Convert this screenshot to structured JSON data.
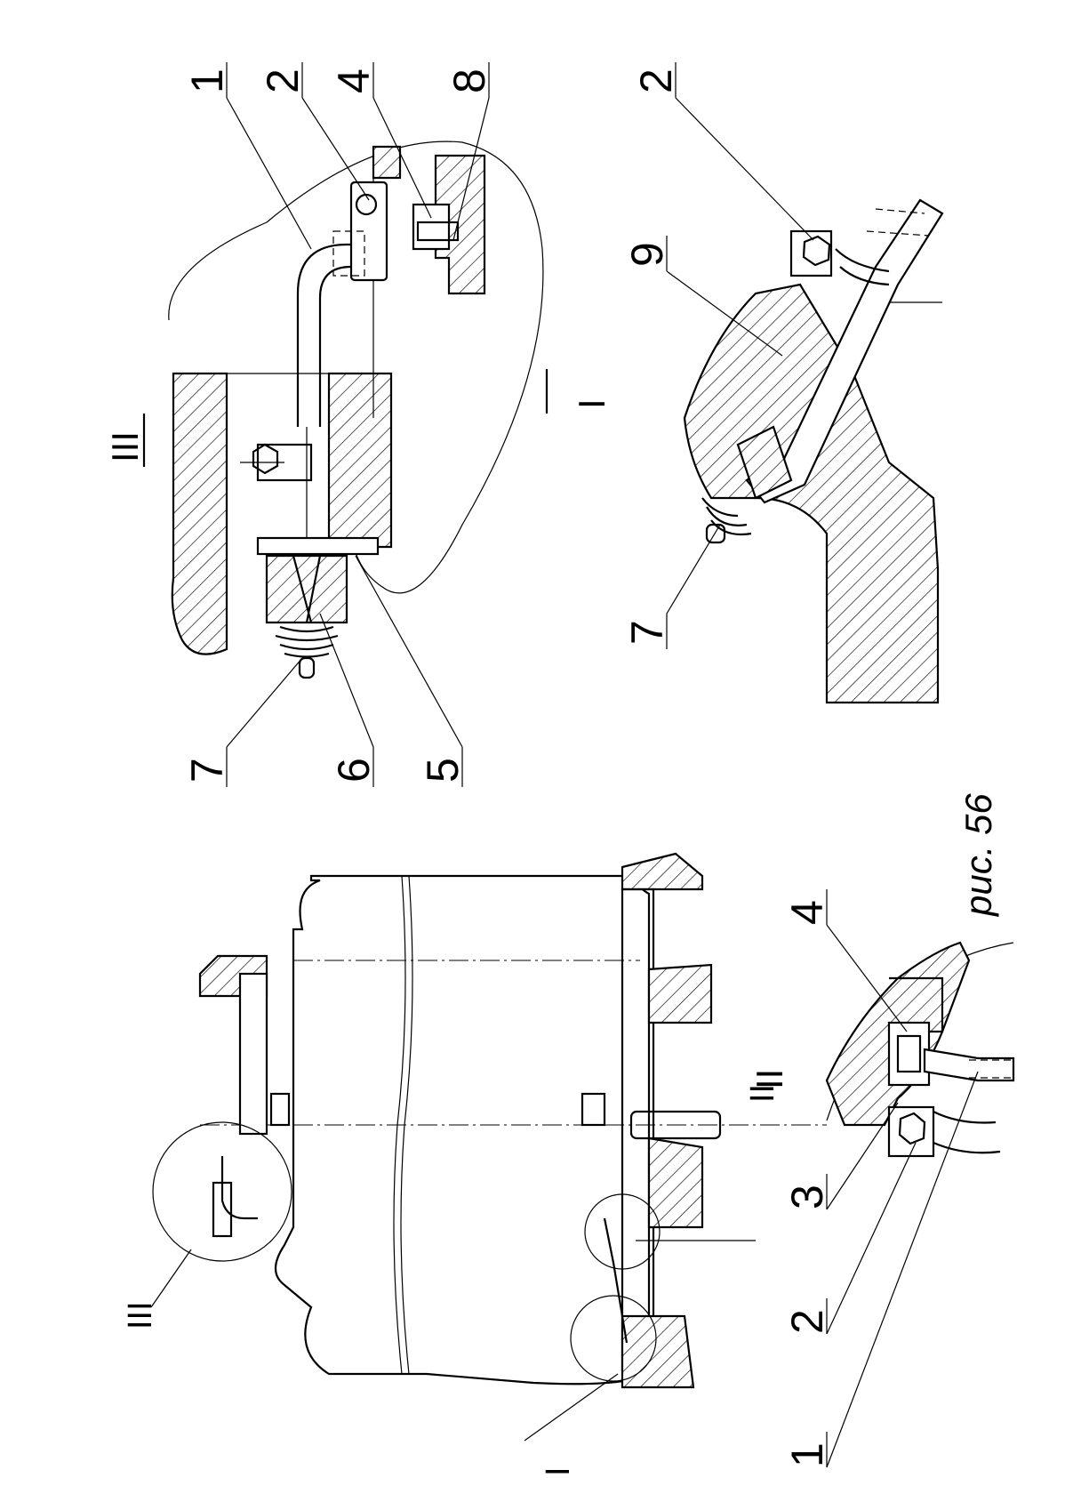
{
  "figure": {
    "caption": "рис. 56"
  },
  "views": {
    "main_view": {
      "detail_callouts": [
        "III",
        "I",
        "II"
      ]
    },
    "view_III": {
      "title": "III",
      "leaders": [
        "1",
        "2",
        "4",
        "8",
        "7",
        "6",
        "5"
      ]
    },
    "view_I": {
      "title": "I",
      "leaders": [
        "2",
        "9",
        "7"
      ]
    },
    "view_II": {
      "title": "II",
      "leaders": [
        "4",
        "3",
        "2",
        "1"
      ]
    }
  },
  "colors": {
    "ink": "#000000",
    "paper": "#ffffff"
  }
}
